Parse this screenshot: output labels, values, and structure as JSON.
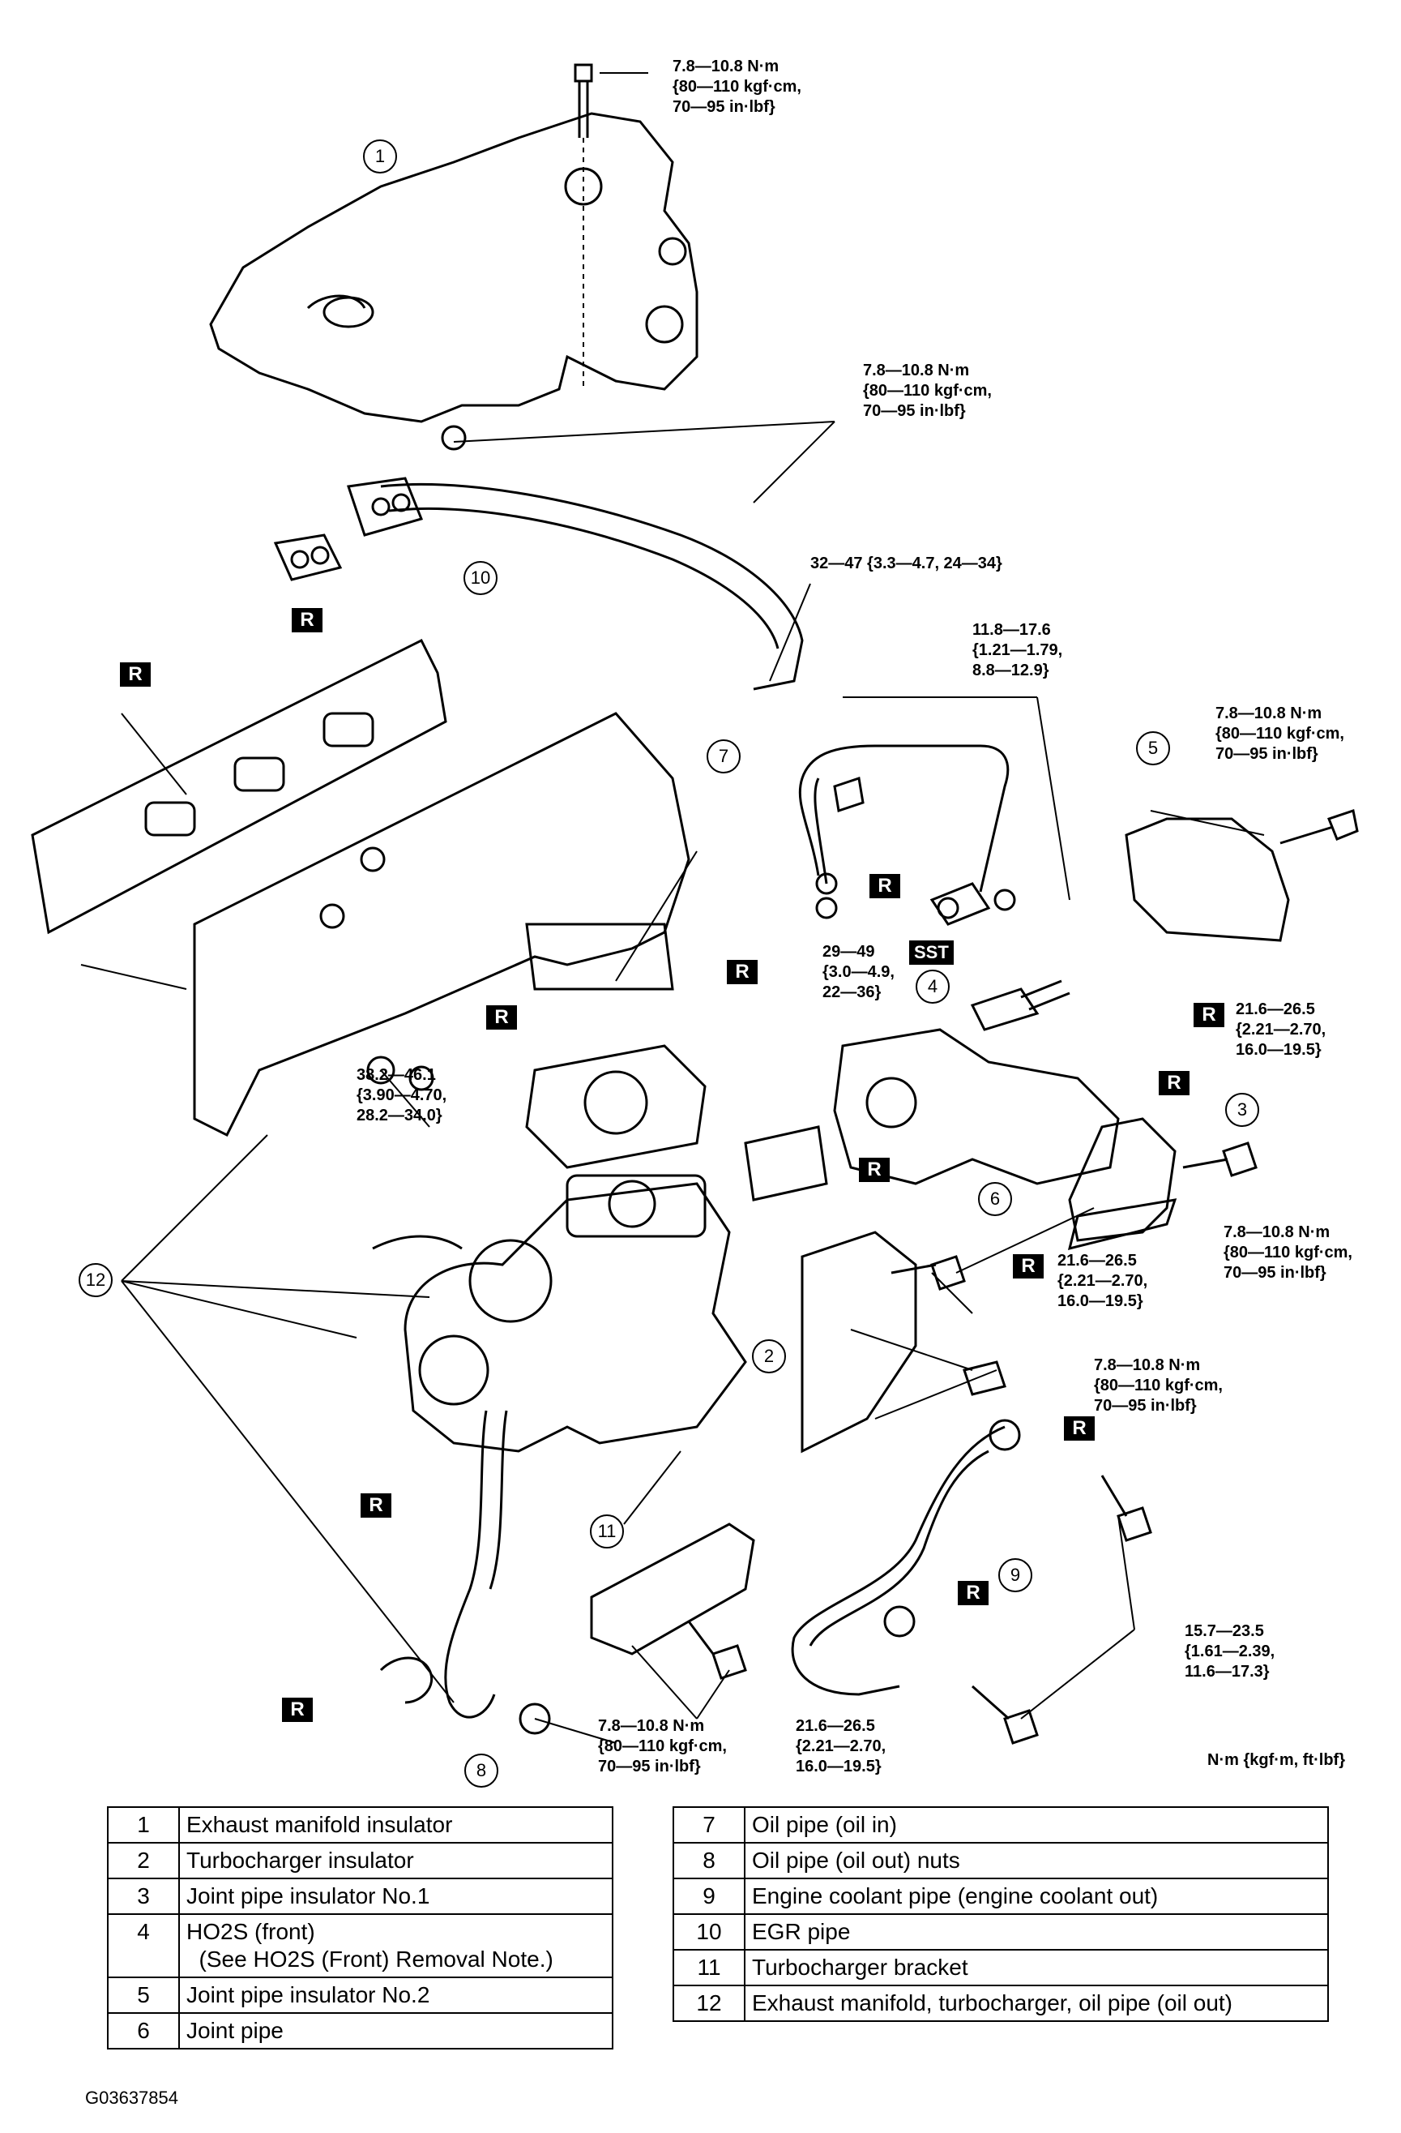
{
  "torque_specs": {
    "t1": "7.8—10.8 N·m\n{80—110 kgf·cm,\n70—95 in·lbf}",
    "t2": "7.8—10.8 N·m\n{80—110 kgf·cm,\n70—95 in·lbf}",
    "t3": "32—47 {3.3—4.7, 24—34}",
    "t4": "11.8—17.6\n{1.21—1.79,\n8.8—12.9}",
    "t5": "7.8—10.8 N·m\n{80—110 kgf·cm,\n70—95 in·lbf}",
    "t6": "29—49\n{3.0—4.9,\n22—36}",
    "t7": "21.6—26.5\n{2.21—2.70,\n16.0—19.5}",
    "t8": "38.2—46.1\n{3.90—4.70,\n28.2—34.0}",
    "t9": "7.8—10.8 N·m\n{80—110 kgf·cm,\n70—95 in·lbf}",
    "t10": "21.6—26.5\n{2.21—2.70,\n16.0—19.5}",
    "t11": "7.8—10.8 N·m\n{80—110 kgf·cm,\n70—95 in·lbf}",
    "t12": "15.7—23.5\n{1.61—2.39,\n11.6—17.3}",
    "t13": "7.8—10.8 N·m\n{80—110 kgf·cm,\n70—95 in·lbf}",
    "t14": "21.6—26.5\n{2.21—2.70,\n16.0—19.5}"
  },
  "callouts": [
    "1",
    "2",
    "3",
    "4",
    "5",
    "6",
    "7",
    "8",
    "9",
    "10",
    "11",
    "12"
  ],
  "marker_r": "R",
  "marker_sst": "SST",
  "units_note": "N·m {kgf·m, ft·lbf}",
  "legend_left": [
    {
      "num": "1",
      "desc": "Exhaust manifold insulator"
    },
    {
      "num": "2",
      "desc": "Turbocharger insulator"
    },
    {
      "num": "3",
      "desc": "Joint pipe insulator No.1"
    },
    {
      "num": "4",
      "desc": "HO2S (front)\n  (See HO2S (Front) Removal Note.)"
    },
    {
      "num": "5",
      "desc": "Joint pipe insulator No.2"
    },
    {
      "num": "6",
      "desc": "Joint pipe"
    }
  ],
  "legend_right": [
    {
      "num": "7",
      "desc": "Oil pipe (oil in)"
    },
    {
      "num": "8",
      "desc": "Oil pipe (oil out) nuts"
    },
    {
      "num": "9",
      "desc": "Engine coolant pipe (engine coolant out)"
    },
    {
      "num": "10",
      "desc": "EGR pipe"
    },
    {
      "num": "11",
      "desc": "Turbocharger bracket"
    },
    {
      "num": "12",
      "desc": "Exhaust manifold, turbocharger, oil pipe (oil out)"
    }
  ],
  "figure_code": "G03637854"
}
